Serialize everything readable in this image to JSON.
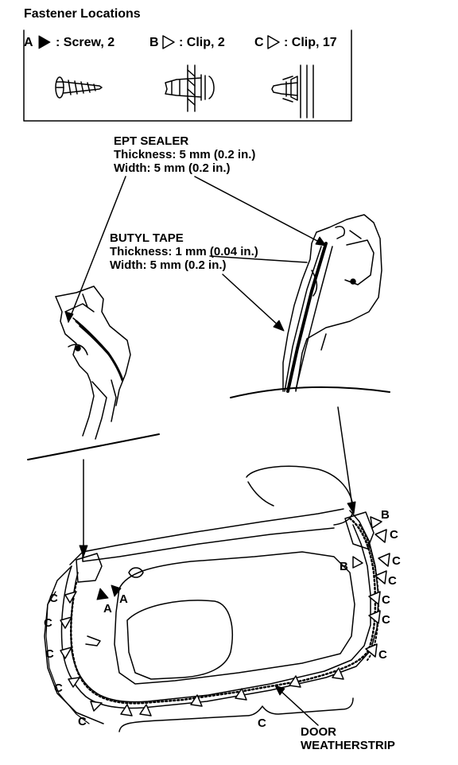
{
  "legend": {
    "title": "Fastener Locations",
    "items": [
      {
        "letter": "A",
        "text": ": Screw, 2",
        "symbol": "filled-triangle"
      },
      {
        "letter": "B",
        "text": ": Clip, 2",
        "symbol": "open-triangle"
      },
      {
        "letter": "C",
        "text": ": Clip, 17",
        "symbol": "open-triangle"
      }
    ]
  },
  "callouts": {
    "ept_sealer": {
      "name": "EPT SEALER",
      "thickness": "Thickness: 5 mm (0.2 in.)",
      "width": "Width: 5 mm (0.2 in.)"
    },
    "butyl_tape": {
      "name": "BUTYL TAPE",
      "thickness": "Thickness: 1 mm (0.04 in.)",
      "width": "Width: 5 mm (0.2 in.)"
    },
    "door_weatherstrip": {
      "line1": "DOOR",
      "line2": "WEATHERSTRIP"
    }
  },
  "markers": {
    "a": "A",
    "b": "B",
    "c": "C"
  },
  "icons": [
    "screw-icon",
    "push-clip-icon",
    "clip-icon"
  ]
}
